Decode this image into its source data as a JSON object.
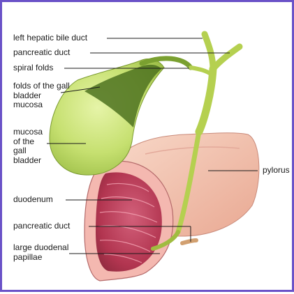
{
  "labels": {
    "left_hepatic_bile_duct": "left hepatic bile duct",
    "pancreatic_duct_top": "pancreatic duct",
    "spiral_folds": "spiral folds",
    "folds_of_gall_bladder_mucosa": "folds of the gall\nbladder\nmucosa",
    "mucosa_of_gall_bladder": "mucosa\nof the\ngall\nbladder",
    "pylorus": "pylorus",
    "duodenum": "duodenum",
    "pancreatic_duct_bottom": "pancreatic duct",
    "large_duodenal_papillae": "large duodenal\npapillae"
  },
  "colors": {
    "frame_border": "#6a52c8",
    "leader_line": "#1a1a1a",
    "gallbladder": "#c6e070",
    "bile_duct": "#b5d050",
    "stomach": "#f3c3b0",
    "duodenum_wall": "#f4b8b0",
    "duodenum_inner": "#c2445e"
  }
}
